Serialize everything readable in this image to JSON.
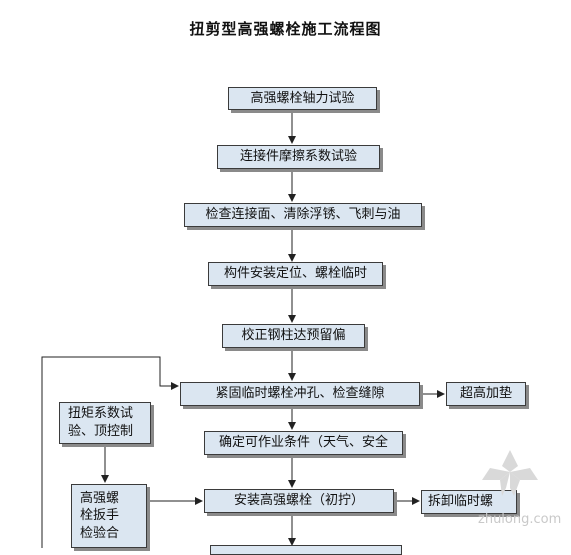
{
  "title": "扭剪型高强螺栓施工流程图",
  "steps": [
    "高强螺栓轴力试验",
    "连接件摩擦系数试验",
    "检查连接面、清除浮锈、飞刺与油",
    "构件安装定位、螺栓临时",
    "校正钢柱达预留偏",
    "紧固临时螺栓冲孔、检查缝隙",
    "确定可作业条件（天气、安全",
    "安装高强螺栓（初拧）"
  ],
  "side_boxes": {
    "shim": "超高加垫",
    "remove_temp": "拆卸临时螺",
    "torque_test": [
      "扭矩系数试",
      "验、顶控制"
    ],
    "wrench_check": [
      "高强螺",
      "栓扳手",
      "检验合"
    ]
  },
  "watermark": "zhulong.com"
}
